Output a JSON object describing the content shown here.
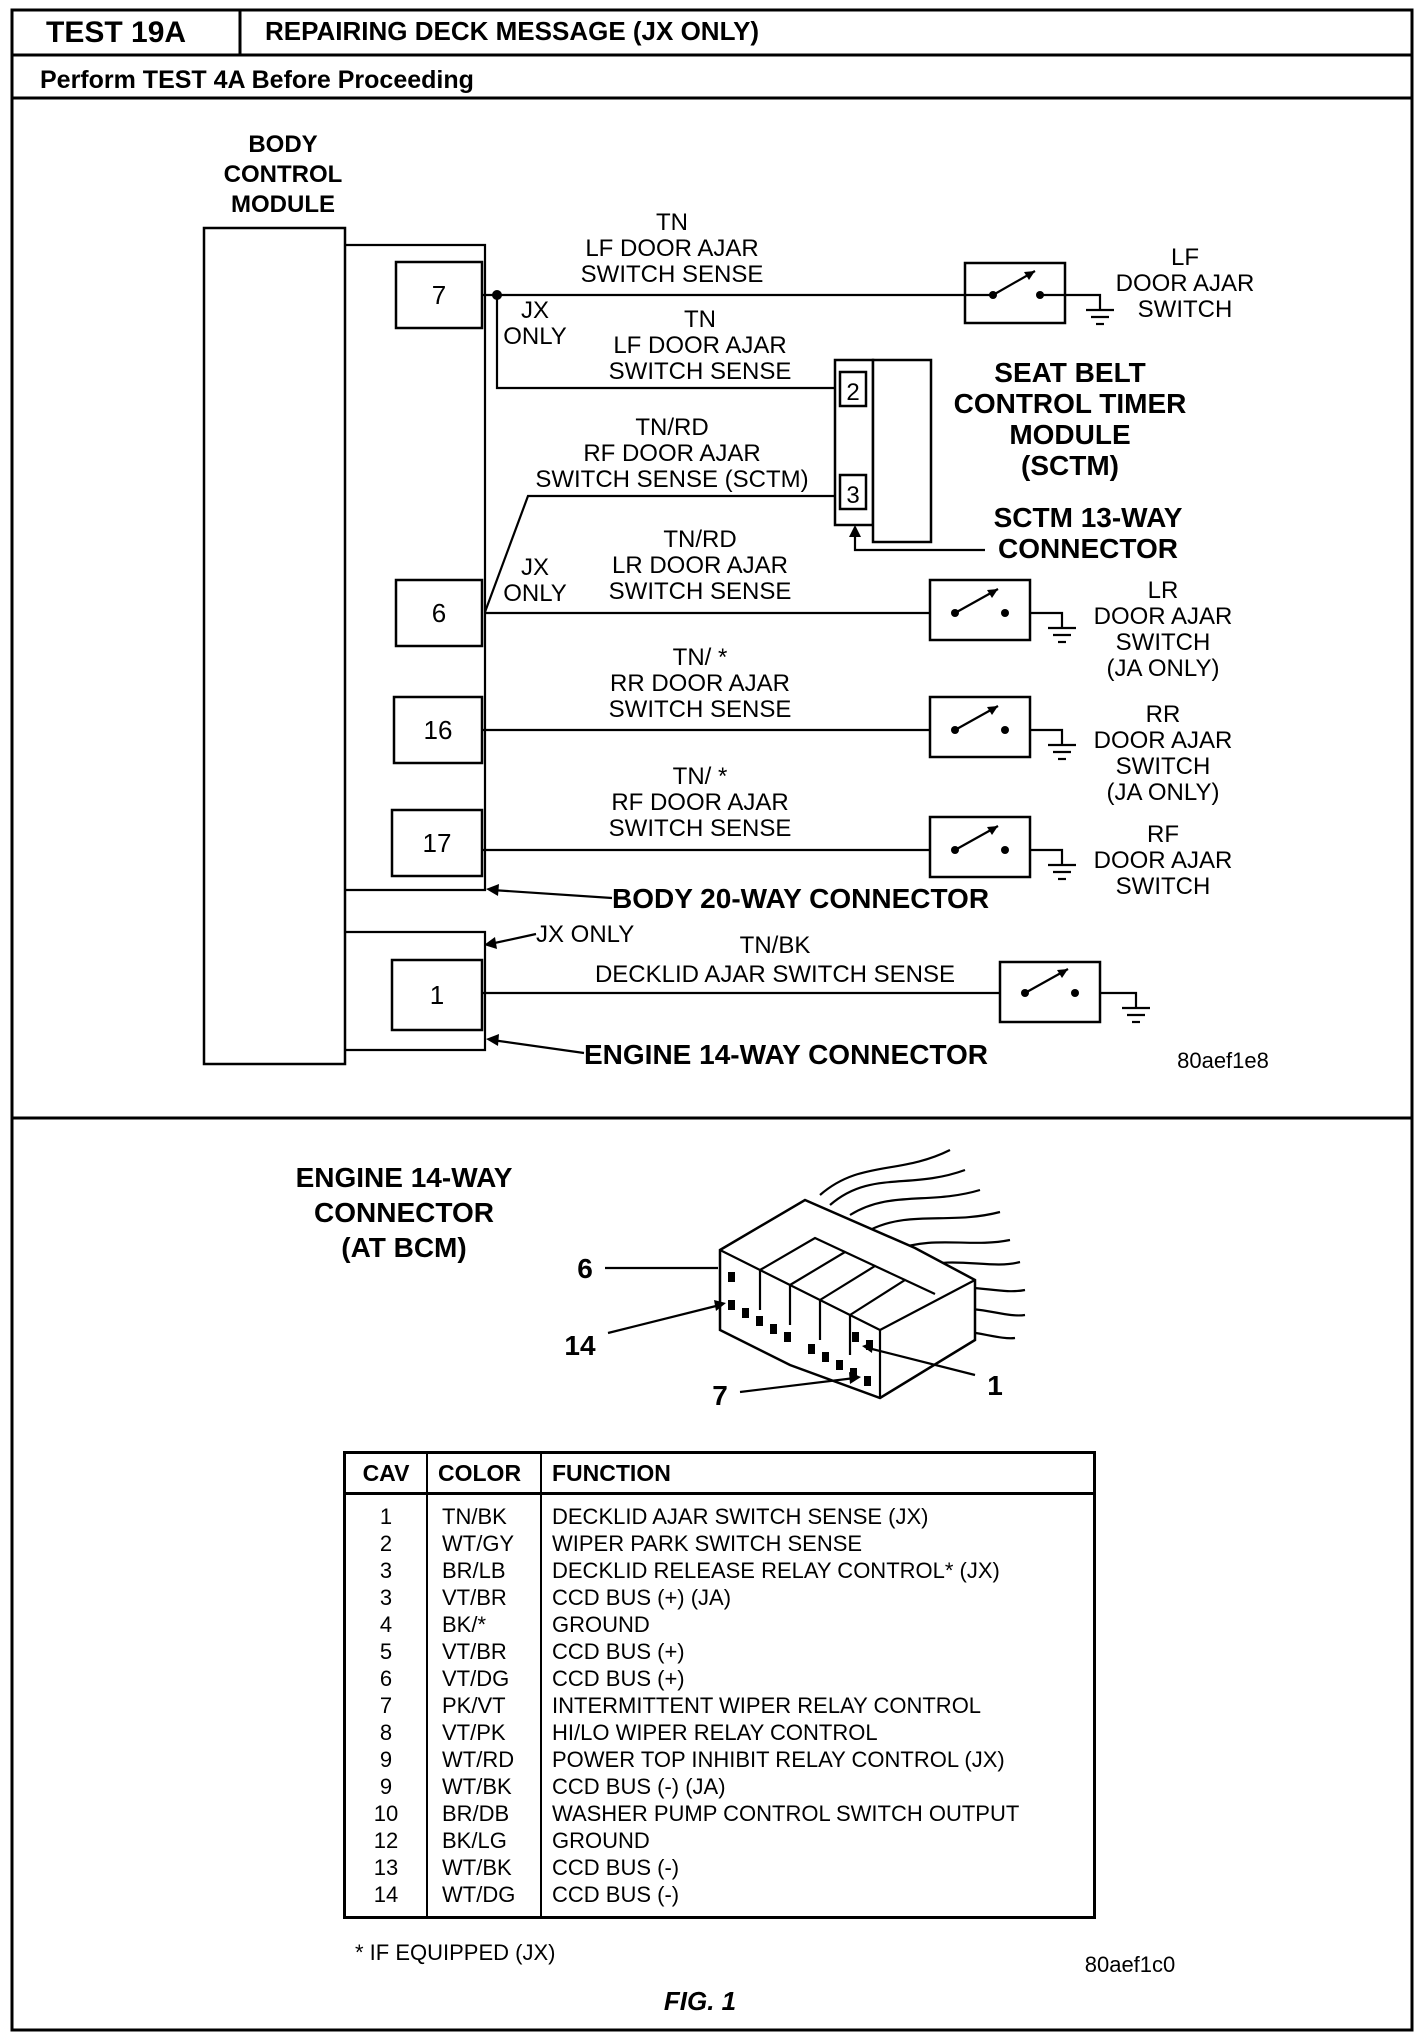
{
  "header": {
    "test_id": "TEST 19A",
    "test_title": "REPAIRING DECK MESSAGE (JX ONLY)",
    "subtitle": "Perform TEST 4A Before Proceeding"
  },
  "wiring": {
    "bcm_title": [
      "BODY",
      "CONTROL",
      "MODULE"
    ],
    "pins": {
      "p7": "7",
      "p6": "6",
      "p16": "16",
      "p17": "17",
      "p1": "1"
    },
    "lf_switch_label": [
      "LF",
      "DOOR AJAR",
      "SWITCH"
    ],
    "lf_wire_label": [
      "TN",
      "LF DOOR AJAR",
      "SWITCH SENSE"
    ],
    "jx_only": [
      "JX",
      "ONLY"
    ],
    "jx_only_2": [
      "JX",
      "ONLY"
    ],
    "sctm_lf_wire_label": [
      "TN",
      "LF DOOR AJAR",
      "SWITCH SENSE"
    ],
    "sctm_rf_wire_label": [
      "TN/RD",
      "RF DOOR AJAR",
      "SWITCH SENSE (SCTM)"
    ],
    "sctm_pins": {
      "a": "2",
      "b": "3"
    },
    "sctm_title": [
      "SEAT BELT",
      "CONTROL TIMER",
      "MODULE",
      "(SCTM)"
    ],
    "sctm_connector": [
      "SCTM 13-WAY",
      "CONNECTOR"
    ],
    "lr_wire_label": [
      "TN/RD",
      "LR DOOR AJAR",
      "SWITCH SENSE"
    ],
    "lr_switch_label": [
      "LR",
      "DOOR AJAR",
      "SWITCH",
      "(JA ONLY)"
    ],
    "rr_wire_label": [
      "TN/ *",
      "RR DOOR AJAR",
      "SWITCH SENSE"
    ],
    "rr_switch_label": [
      "RR",
      "DOOR AJAR",
      "SWITCH",
      "(JA ONLY)"
    ],
    "rf_wire_label": [
      "TN/ *",
      "RF DOOR AJAR",
      "SWITCH SENSE"
    ],
    "rf_switch_label": [
      "RF",
      "DOOR AJAR",
      "SWITCH"
    ],
    "body_connector": "BODY 20-WAY CONNECTOR",
    "jx_only_connector": "JX ONLY",
    "decklid_wire_color": "TN/BK",
    "decklid_wire_label": "DECKLID AJAR SWITCH SENSE",
    "engine_connector": "ENGINE 14-WAY CONNECTOR",
    "figure_code": "80aef1e8"
  },
  "connector_view": {
    "title": [
      "ENGINE 14-WAY",
      "CONNECTOR",
      "(AT BCM)"
    ],
    "callouts": {
      "c6": "6",
      "c14": "14",
      "c7": "7",
      "c1": "1"
    }
  },
  "table": {
    "headers": [
      "CAV",
      "COLOR",
      "FUNCTION"
    ],
    "rows": [
      [
        "1",
        "TN/BK",
        "DECKLID AJAR SWITCH SENSE (JX)"
      ],
      [
        "2",
        "WT/GY",
        "WIPER PARK SWITCH SENSE"
      ],
      [
        "3",
        "BR/LB",
        "DECKLID RELEASE RELAY CONTROL* (JX)"
      ],
      [
        "3",
        "VT/BR",
        "CCD BUS (+) (JA)"
      ],
      [
        "4",
        "BK/*",
        "GROUND"
      ],
      [
        "5",
        "VT/BR",
        "CCD BUS (+)"
      ],
      [
        "6",
        "VT/DG",
        "CCD BUS (+)"
      ],
      [
        "7",
        "PK/VT",
        "INTERMITTENT WIPER RELAY CONTROL"
      ],
      [
        "8",
        "VT/PK",
        "HI/LO WIPER RELAY CONTROL"
      ],
      [
        "9",
        "WT/RD",
        "POWER TOP INHIBIT RELAY CONTROL (JX)"
      ],
      [
        "9",
        "WT/BK",
        "CCD BUS (-) (JA)"
      ],
      [
        "10",
        "BR/DB",
        "WASHER PUMP CONTROL SWITCH OUTPUT"
      ],
      [
        "12",
        "BK/LG",
        "GROUND"
      ],
      [
        "13",
        "WT/BK",
        "CCD BUS (-)"
      ],
      [
        "14",
        "WT/DG",
        "CCD BUS (-)"
      ]
    ]
  },
  "footnote": "* IF EQUIPPED (JX)",
  "figure_code_2": "80aef1c0",
  "figure_caption": "FIG. 1"
}
